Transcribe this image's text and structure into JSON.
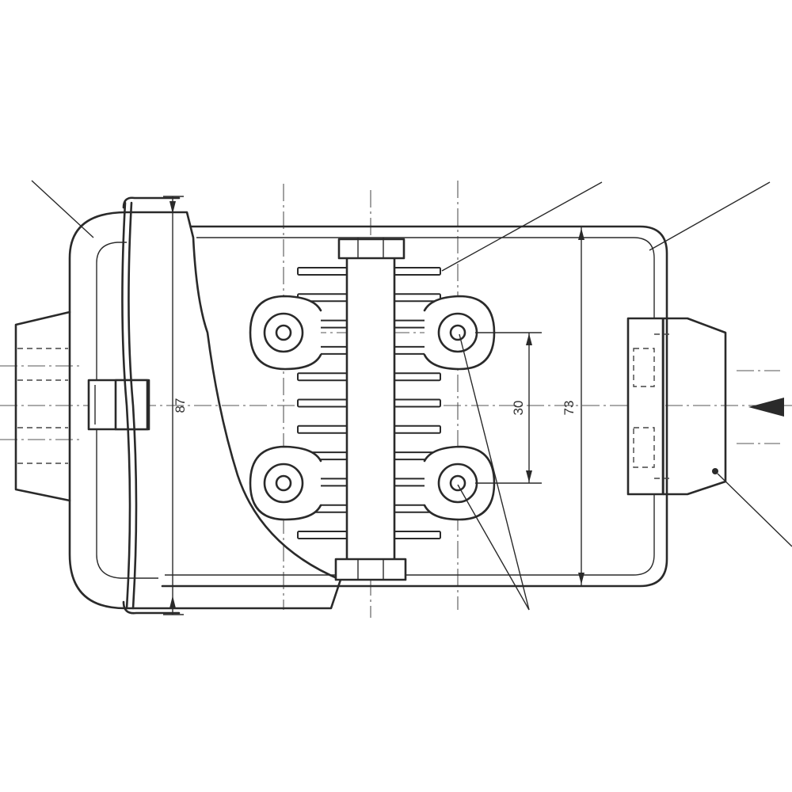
{
  "drawing": {
    "dimensions": [
      {
        "id": "height-left",
        "label": "87"
      },
      {
        "id": "hole-spacing",
        "label": "30"
      },
      {
        "id": "height-right",
        "label": "73"
      }
    ],
    "callout_leaders": 5,
    "terminal_fingers_per_side": 11
  },
  "colors": {
    "line": "#2a2a2a",
    "background": "#ffffff"
  }
}
